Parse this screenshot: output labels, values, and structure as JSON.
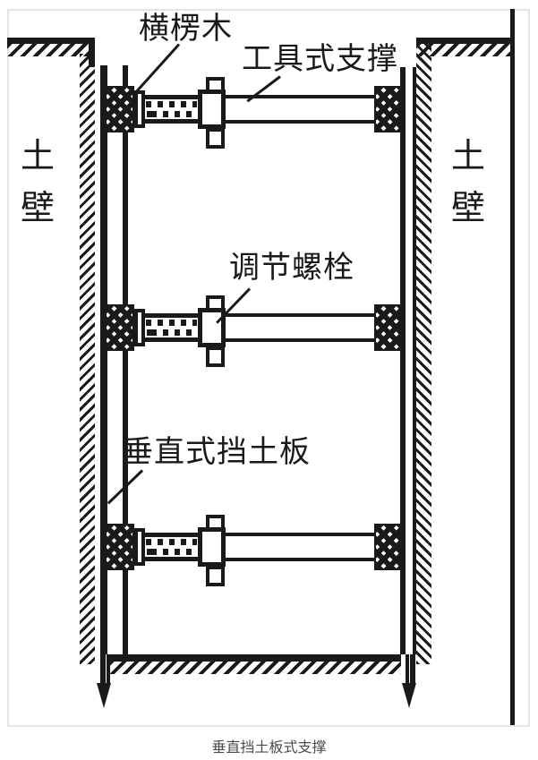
{
  "figure": {
    "caption": "垂直挡土板式支撑",
    "annotations": {
      "wale_label": "横楞木",
      "strut_label": "工具式支撑",
      "bolt_label": "调节螺栓",
      "board_label": "垂直式挡土板",
      "soil_left_label": "土壁",
      "soil_right_label": "土壁"
    },
    "colors": {
      "ink": "#1a1a1a",
      "caption_text": "#4b4b4b",
      "frame": "#e4e4e4",
      "background": "#ffffff"
    }
  }
}
